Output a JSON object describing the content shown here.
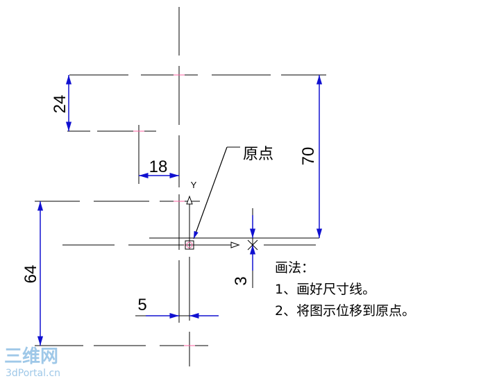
{
  "dimensions": {
    "d24": "24",
    "d70": "70",
    "d18": "18",
    "d64": "64",
    "d5": "5",
    "d3": "3"
  },
  "origin_label": "原点",
  "axis": {
    "y_label": "Y"
  },
  "notes": {
    "heading": "画法：",
    "step1": "1、画好尺寸线。",
    "step2": "2、将图示位移到原点。"
  },
  "watermark": {
    "logo": "三维网",
    "site": "3dPortal.cn"
  },
  "colors": {
    "dimension_arrow": "#1010d0",
    "centerline": "#000000",
    "highlight": "#ff60a0"
  }
}
